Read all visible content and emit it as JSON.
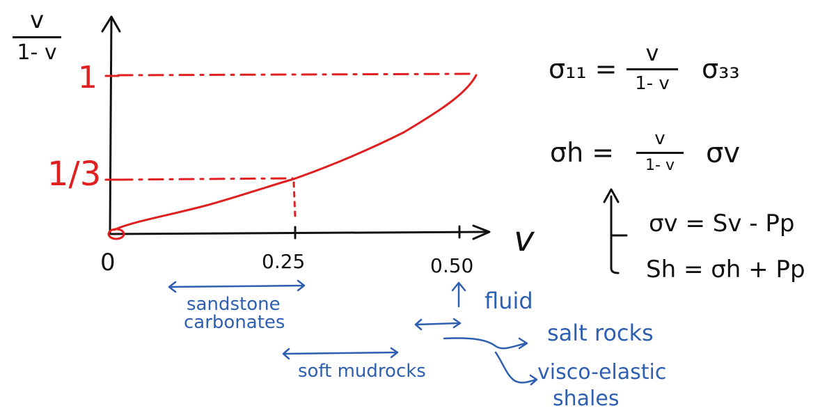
{
  "plot": {
    "y_label_num": "v",
    "y_label_den": "1- v",
    "x_label": "v",
    "y_ticks": [
      "1",
      "1/3"
    ],
    "x_ticks": [
      "0",
      "0.25",
      "0.50"
    ]
  },
  "annotations": {
    "sandstone": "sandstone",
    "carbonates": "carbonates",
    "soft_mudrocks": "soft mudrocks",
    "fluid": "fluid",
    "salt_rocks": "salt rocks",
    "visco_1": "visco-elastic",
    "visco_2": "shales"
  },
  "equations": {
    "eq1_lhs": "σ₁₁ =",
    "eq1_num": "v",
    "eq1_den": "1- v",
    "eq1_rhs": "σ₃₃",
    "eq2_lhs": "σh =",
    "eq2_num": "v",
    "eq2_den": "1- v",
    "eq2_rhs": "σv",
    "eq3": "σv = Sv - Pp",
    "eq4": "Sh = σh + Pp"
  },
  "colors": {
    "ink": "#111111",
    "curve": "#e02020",
    "notes": "#2f5fb0"
  }
}
